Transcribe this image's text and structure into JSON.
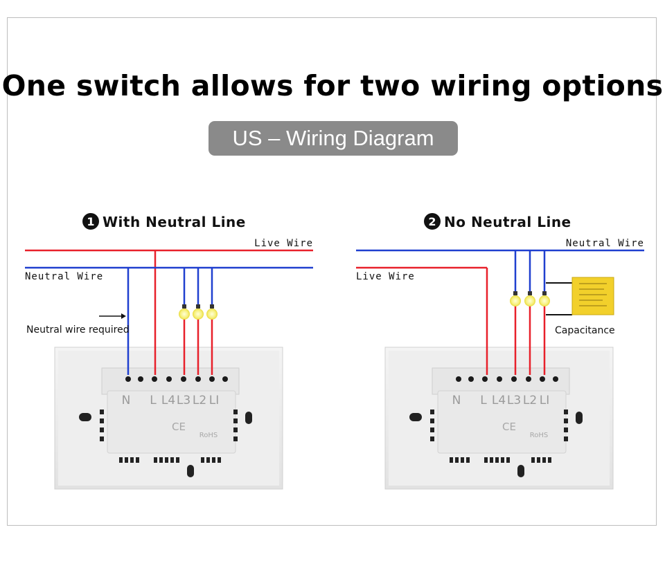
{
  "title": "One switch allows for two wiring options",
  "subtitle": "US – Wiring Diagram",
  "colors": {
    "live": "#e8202a",
    "neutral": "#1f3fcf",
    "capacitor": "#f2d02b",
    "lamp": "#f6ef7a"
  },
  "option1": {
    "number": "1",
    "heading": "With Neutral Line",
    "live_label": "Live Wire",
    "neutral_label": "Neutral Wire",
    "note": "Neutral wire required",
    "terminals": [
      "N",
      "L",
      "L4",
      "L3",
      "L2",
      "LI"
    ],
    "marks": [
      "CE",
      "RoHS"
    ]
  },
  "option2": {
    "number": "2",
    "heading": "No Neutral Line",
    "neutral_label": "Neutral Wire",
    "live_label": "Live Wire",
    "capacitor_label": "Capacitance",
    "terminals": [
      "N",
      "L",
      "L4",
      "L3",
      "L2",
      "LI"
    ],
    "marks": [
      "CE",
      "RoHS"
    ]
  }
}
